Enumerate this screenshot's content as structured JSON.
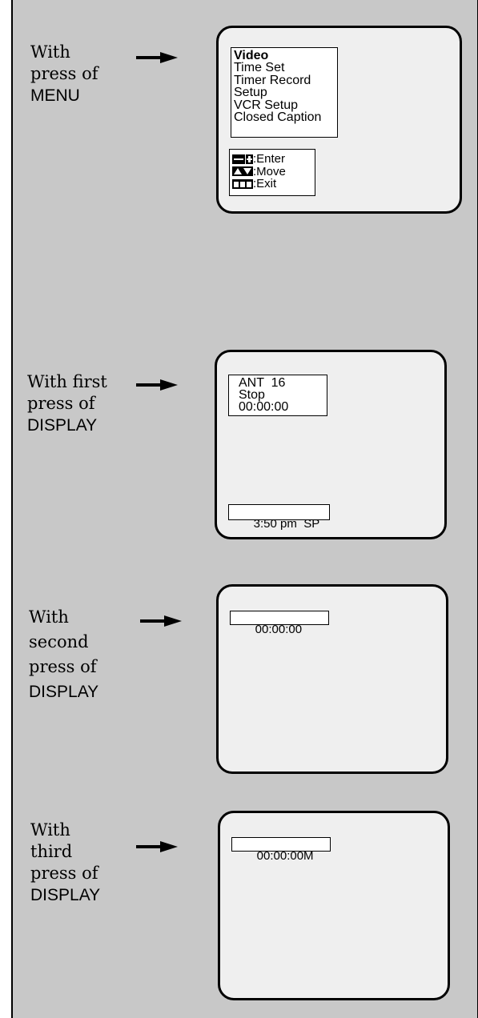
{
  "captions": [
    {
      "line1": "With",
      "line2": "press of",
      "line3": "MENU"
    },
    {
      "line1": "With first",
      "line2": "press of",
      "line3": "DISPLAY"
    },
    {
      "line1": "With",
      "line2": "second",
      "line3": "press of",
      "line4": "DISPLAY"
    },
    {
      "line1": "With",
      "line2": "third",
      "line3": "press of",
      "line4": "DISPLAY"
    }
  ],
  "menu": {
    "items": [
      "Video",
      "Time Set",
      "Timer Record",
      "Setup",
      "VCR Setup",
      "Closed Caption"
    ],
    "legend": [
      {
        "icon": "enter-button-icon",
        "label": ":Enter"
      },
      {
        "icon": "up-down-arrows-icon",
        "label": ":Move"
      },
      {
        "icon": "exit-button-icon",
        "label": ":Exit"
      }
    ]
  },
  "display1": {
    "channel": "ANT  16",
    "status": "Stop",
    "counter": "00:00:00",
    "clock_mode": "3:50 pm  SP"
  },
  "display2": {
    "counter": "00:00:00"
  },
  "display3": {
    "counter": "00:00:00M"
  }
}
